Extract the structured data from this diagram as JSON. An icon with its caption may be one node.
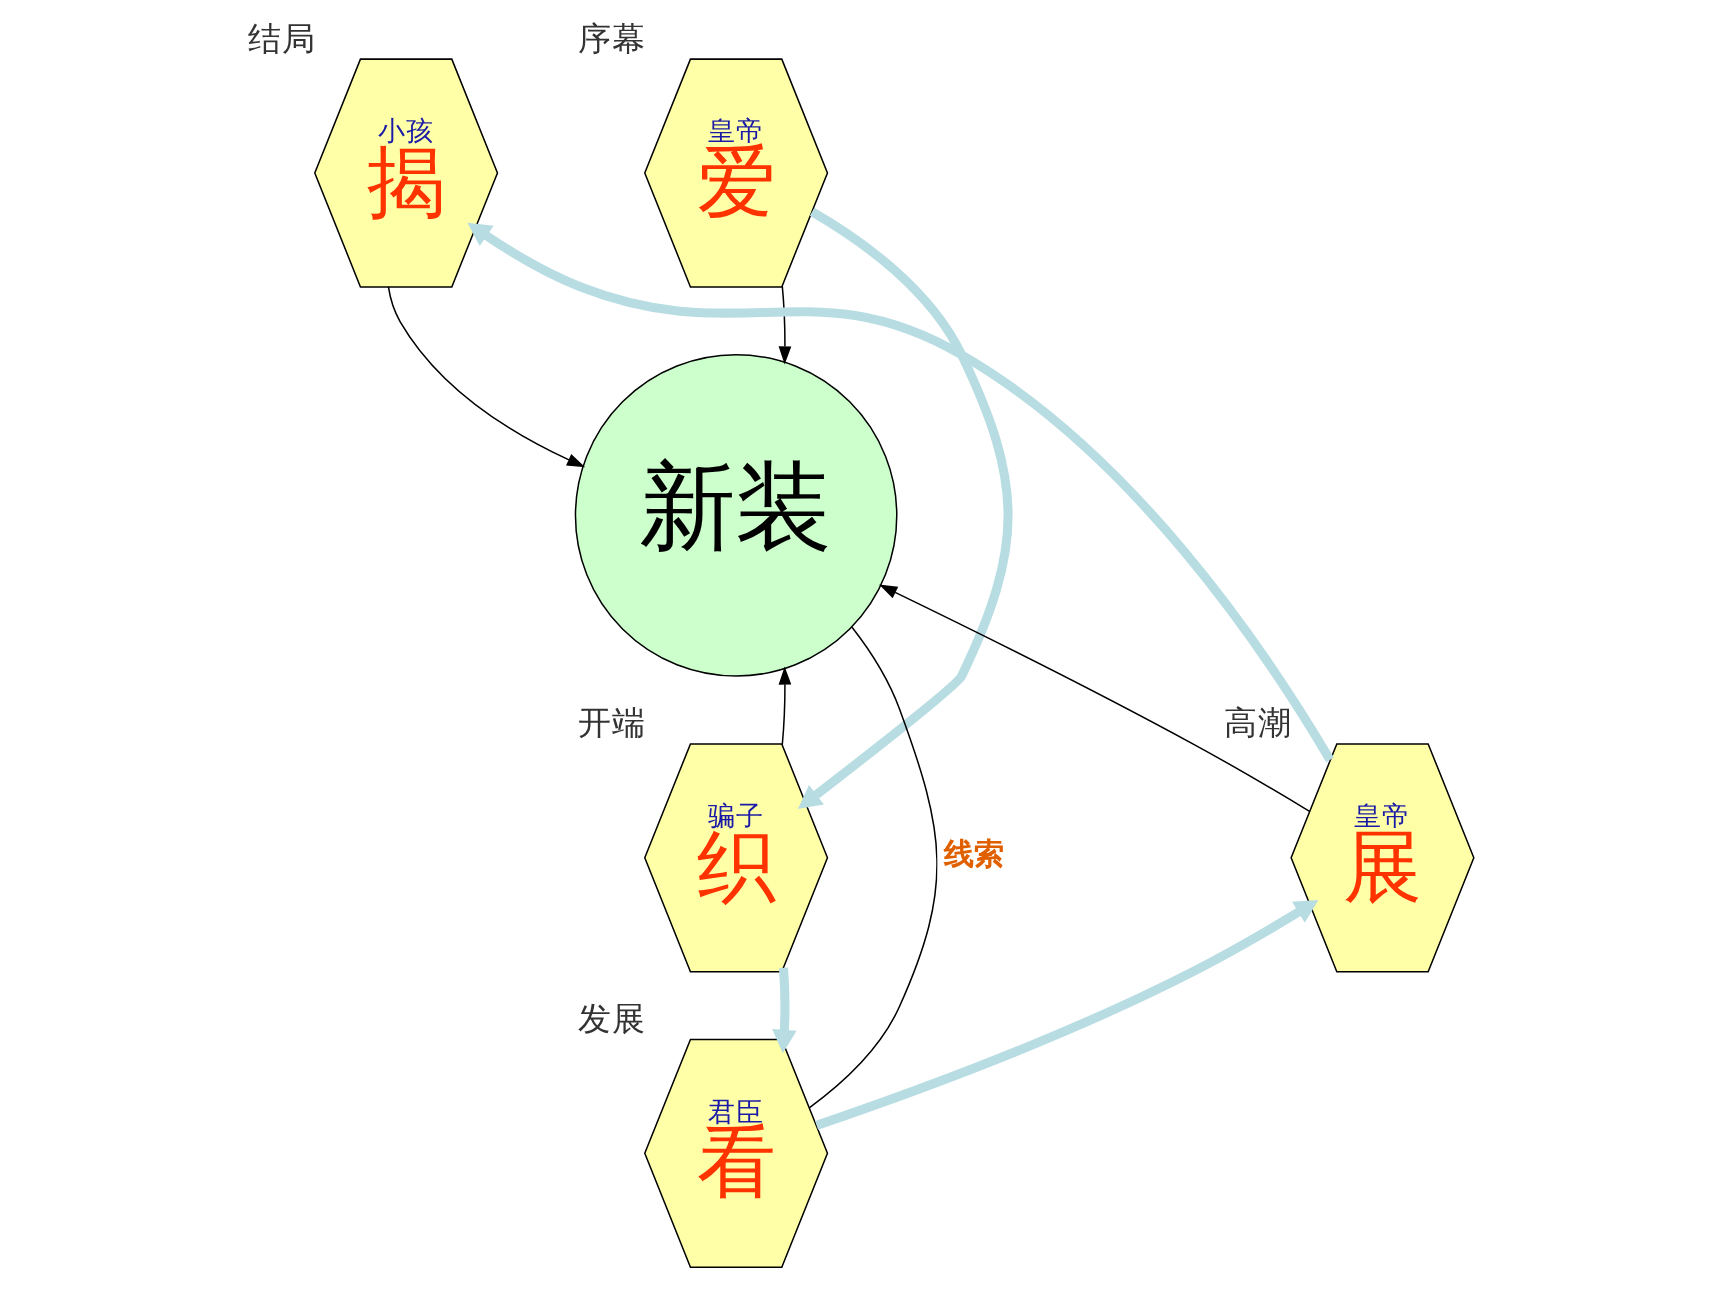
{
  "diagram": {
    "nodes": [
      {
        "text": [
          "新装"
        ]
      },
      {
        "text": [
          "皇帝",
          "爱"
        ],
        "beside": [
          "序幕"
        ]
      },
      {
        "text": [
          "小孩",
          "揭"
        ],
        "beside": [
          "结局"
        ]
      },
      {
        "text": [
          "骗子",
          "织"
        ],
        "beside": [
          "开端"
        ]
      },
      {
        "text": [
          "君臣",
          "看"
        ],
        "beside": [
          "发展"
        ]
      },
      {
        "text": [
          "皇帝",
          "展"
        ],
        "beside": [
          "高潮"
        ]
      }
    ],
    "edges": [
      {
        "from": 1,
        "to": 0,
        "arrow": "to"
      },
      {
        "from": 2,
        "to": 0,
        "arrow": "to"
      },
      {
        "from": 3,
        "to": 0,
        "arrow": "to"
      },
      {
        "from": 5,
        "to": 0,
        "arrow": "to"
      },
      {
        "from": 4,
        "to": 0,
        "arrow": "none",
        "label": "线索"
      },
      {
        "from": 1,
        "to": 3,
        "arrow": "to",
        "style": "thick",
        "color": "#b7dde3"
      },
      {
        "from": 3,
        "to": 4,
        "arrow": "to",
        "style": "thick",
        "color": "#b7dde3"
      },
      {
        "from": 4,
        "to": 5,
        "arrow": "to",
        "style": "thick",
        "color": "#b7dde3"
      },
      {
        "from": 5,
        "to": 2,
        "arrow": "to",
        "style": "thick",
        "color": "#b7dde3"
      }
    ]
  }
}
